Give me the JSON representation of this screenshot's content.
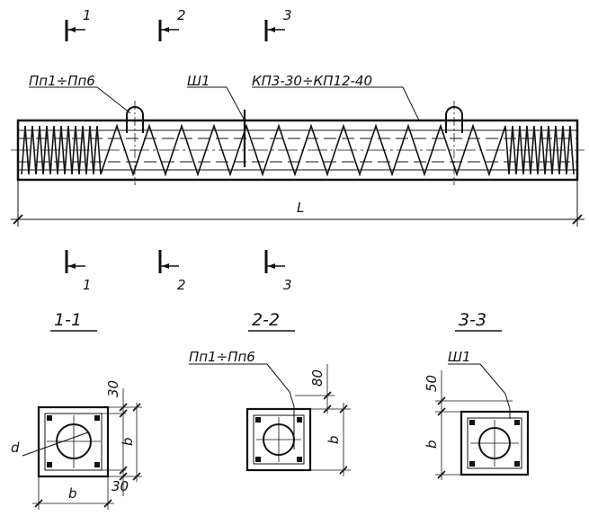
{
  "cut_marks": {
    "top": [
      "1",
      "2",
      "3"
    ],
    "bottom": [
      "1",
      "2",
      "3"
    ]
  },
  "callouts": {
    "lift_loops": "Пп1÷Пп6",
    "pin": "Ш1",
    "spiral_cages": "КП3-30÷КП12-40"
  },
  "length_label": "L",
  "sections": {
    "s1": {
      "title": "1-1",
      "dim_top": "30",
      "dim_bottom": "30",
      "side_right": "b",
      "side_bottom": "b",
      "diameter": "d"
    },
    "s2": {
      "title": "2-2",
      "callout": "Пп1÷Пп6",
      "dim_top": "80",
      "side_right": "b"
    },
    "s3": {
      "title": "3-3",
      "callout": "Ш1",
      "dim_top": "50",
      "side_left": "b"
    }
  },
  "colors": {
    "ink": "#111111",
    "paper": "#ffffff"
  }
}
